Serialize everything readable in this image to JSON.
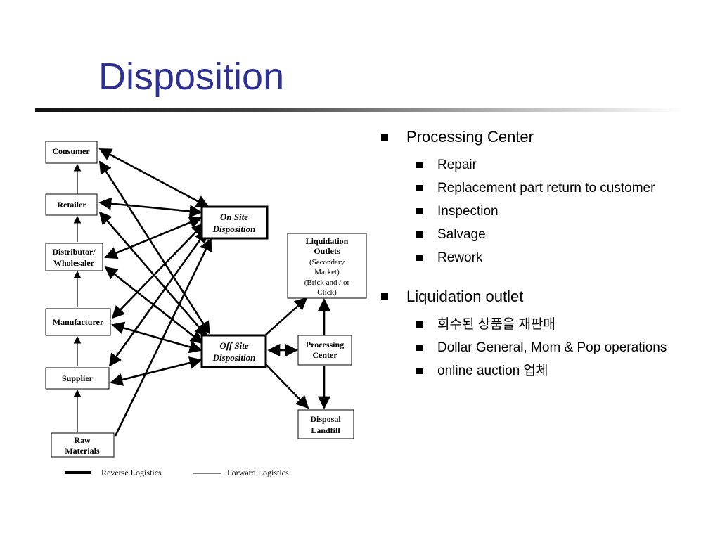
{
  "title": "Disposition",
  "diagram": {
    "consumer": "Consumer",
    "retailer": "Retailer",
    "distributor": [
      "Distributor/",
      "Wholesaler"
    ],
    "manufacturer": "Manufacturer",
    "supplier": "Supplier",
    "raw_materials": [
      "Raw",
      "Materials"
    ],
    "on_site": [
      "On Site",
      "Disposition"
    ],
    "off_site": [
      "Off Site",
      "Disposition"
    ],
    "liquidation": [
      "Liquidation",
      "Outlets",
      "(Secondary",
      "Market)",
      "(Brick and / or",
      "Click)"
    ],
    "processing": [
      "Processing",
      "Center"
    ],
    "disposal": [
      "Disposal",
      "Landfill"
    ],
    "legend_reverse": "Reverse Logistics",
    "legend_forward": "Forward Logistics"
  },
  "bullets": [
    {
      "label": "Processing Center",
      "items": [
        "Repair",
        "Replacement part return to customer",
        "Inspection",
        "Salvage",
        "Rework"
      ]
    },
    {
      "label": "Liquidation outlet",
      "items": [
        "회수된 상품을 재판매",
        "Dollar General, Mom & Pop operations",
        "online auction 업체"
      ]
    }
  ]
}
